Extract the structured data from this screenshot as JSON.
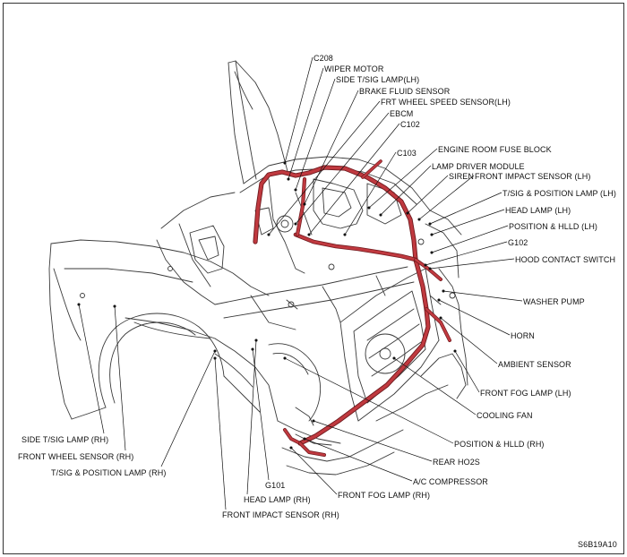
{
  "colors": {
    "harness": "#c0393f",
    "harness_dark": "#6f1a1e",
    "line_art": "#3a3a3a",
    "leader": "#111111"
  },
  "labels": {
    "c208": "C208",
    "wiper_motor": "WIPER MOTOR",
    "side_tsig_lh": "SIDE T/SIG LAMP(LH)",
    "brake_fluid": "BRAKE FLUID SENSOR",
    "frt_wheel_lh": "FRT WHEEL SPEED SENSOR(LH)",
    "ebcm": "EBCM",
    "c102": "C102",
    "c103": "C103",
    "engine_fuse": "ENGINE ROOM FUSE BLOCK",
    "lamp_driver": "LAMP DRIVER MODULE",
    "siren": "SIREN",
    "front_impact_lh": "FRONT IMPACT SENSOR (LH)",
    "tsig_pos_lh": "T/SIG & POSITION LAMP (LH)",
    "head_lamp_lh": "HEAD LAMP (LH)",
    "pos_hlld_lh": "POSITION & HLLD (LH)",
    "g102": "G102",
    "hood_contact": "HOOD CONTACT SWITCH",
    "washer_pump": "WASHER PUMP",
    "horn": "HORN",
    "ambient": "AMBIENT SENSOR",
    "front_fog_lh": "FRONT FOG LAMP (LH)",
    "cooling_fan": "COOLING FAN",
    "pos_hlld_rh": "POSITION & HLLD (RH)",
    "rear_ho2s": "REAR HO2S",
    "ac_comp": "A/C COMPRESSOR",
    "front_fog_rh": "FRONT FOG LAMP (RH)",
    "g101": "G101",
    "head_lamp_rh": "HEAD LAMP (RH)",
    "front_impact_rh": "FRONT IMPACT SENSOR (RH)",
    "side_tsig_rh": "SIDE T/SIG LAMP (RH)",
    "front_wheel_rh": "FRONT WHEEL SENSOR (RH)",
    "tsig_pos_rh": "T/SIG & POSITION LAMP (RH)"
  },
  "figure_code": "S6B19A10"
}
